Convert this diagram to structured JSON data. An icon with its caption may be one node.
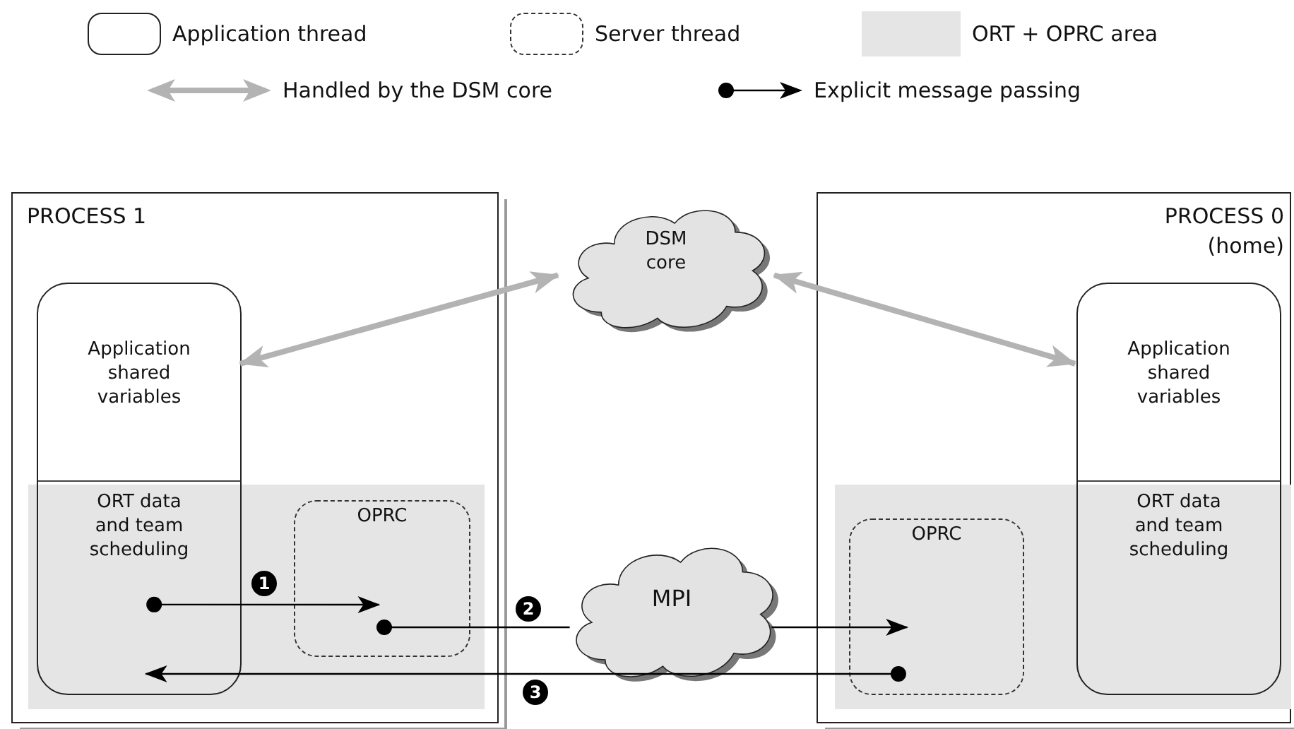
{
  "diagram": {
    "nodes": [
      {
        "text": [
          "PROCESS 1"
        ]
      },
      {
        "text": [
          "Application shared variables",
          "ORT data and team scheduling"
        ],
        "in": 0
      },
      {
        "text": [
          "OPRC"
        ],
        "in": 0
      },
      {
        "text": [
          "DSM core"
        ]
      },
      {
        "text": [
          "MPI"
        ]
      },
      {
        "text": [
          "PROCESS 0 (home)"
        ]
      },
      {
        "text": [
          "OPRC"
        ],
        "in": 5
      },
      {
        "text": [
          "Application shared variables",
          "ORT data and team scheduling"
        ],
        "in": 5
      }
    ],
    "edges": [
      {
        "from": 3,
        "to": 1,
        "arrow": "both",
        "style": "thick",
        "color": "#b3b3b3"
      },
      {
        "from": 3,
        "to": 7,
        "arrow": "both",
        "style": "thick",
        "color": "#b3b3b3"
      },
      {
        "from": 1,
        "to": 2,
        "arrow": "to",
        "label": "1"
      },
      {
        "from": 2,
        "to": 4,
        "arrow": "other",
        "label": "2"
      },
      {
        "from": 4,
        "to": 6,
        "arrow": "to"
      },
      {
        "from": 6,
        "to": 1,
        "arrow": "to",
        "label": "3"
      }
    ],
    "legend": [
      {
        "text": "Application thread"
      },
      {
        "text": "Server thread"
      },
      {
        "text": "ORT + OPRC area",
        "color": "#e5e5e5"
      },
      {
        "text": "Handled by the DSM core"
      },
      {
        "text": "Explicit message passing"
      }
    ]
  }
}
